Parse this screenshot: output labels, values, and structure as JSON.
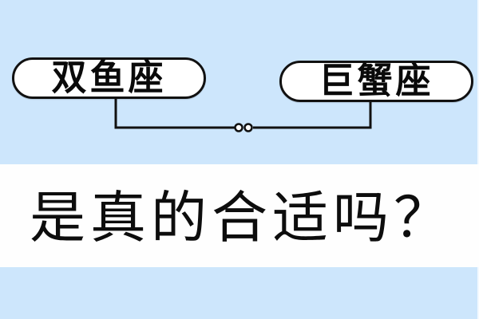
{
  "colors": {
    "background": "#cde6fc",
    "band": "#fefefe",
    "stroke": "#111111",
    "text": "#0d0d0d"
  },
  "labels": {
    "left_sign": "双鱼座",
    "right_sign": "巨蟹座"
  },
  "connector": {
    "icon": "double-ring-link-icon"
  },
  "headline": {
    "text": "是真的合适吗？"
  }
}
